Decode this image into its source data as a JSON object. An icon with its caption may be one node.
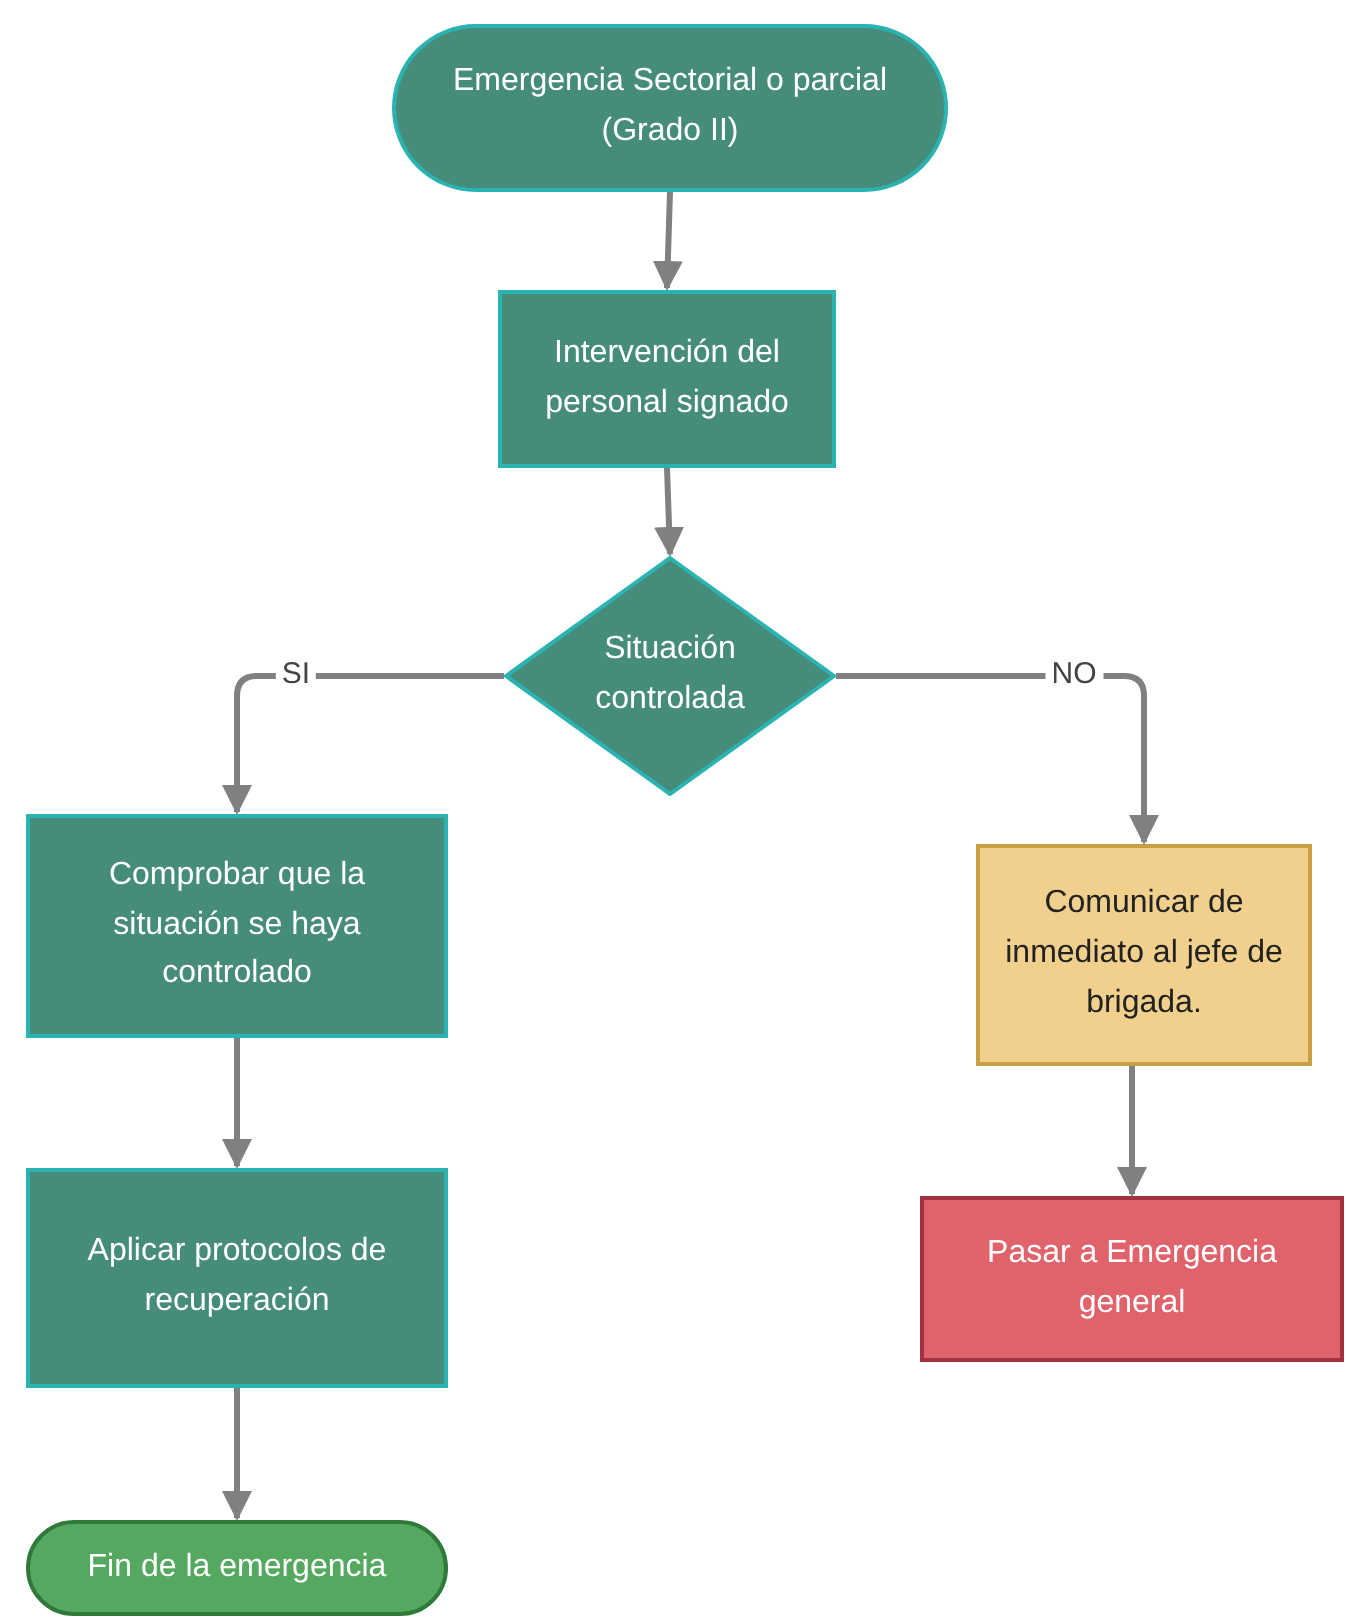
{
  "diagram": {
    "nodes": [
      {
        "text": [
          "Emergencia Sectorial o parcial (Grado II)"
        ]
      },
      {
        "text": [
          "Intervención del personal signado"
        ]
      },
      {
        "text": [
          "Situación controlada"
        ]
      },
      {
        "text": [
          "Comprobar que la situación se haya controlado"
        ]
      },
      {
        "text": [
          "Aplicar protocolos de recuperación"
        ]
      },
      {
        "text": [
          "Fin de la emergencia"
        ]
      },
      {
        "text": [
          "Comunicar de inmediato al jefe de brigada."
        ]
      },
      {
        "text": [
          "Pasar a Emergencia general"
        ]
      }
    ],
    "edges": [
      {
        "from": 0,
        "to": 1,
        "arrow": "to"
      },
      {
        "from": 1,
        "to": 2,
        "arrow": "to"
      },
      {
        "from": 2,
        "to": 3,
        "arrow": "to",
        "label": "SI"
      },
      {
        "from": 2,
        "to": 6,
        "arrow": "to",
        "label": "NO"
      },
      {
        "from": 3,
        "to": 4,
        "arrow": "to"
      },
      {
        "from": 4,
        "to": 5,
        "arrow": "to"
      },
      {
        "from": 6,
        "to": 7,
        "arrow": "to"
      }
    ]
  }
}
